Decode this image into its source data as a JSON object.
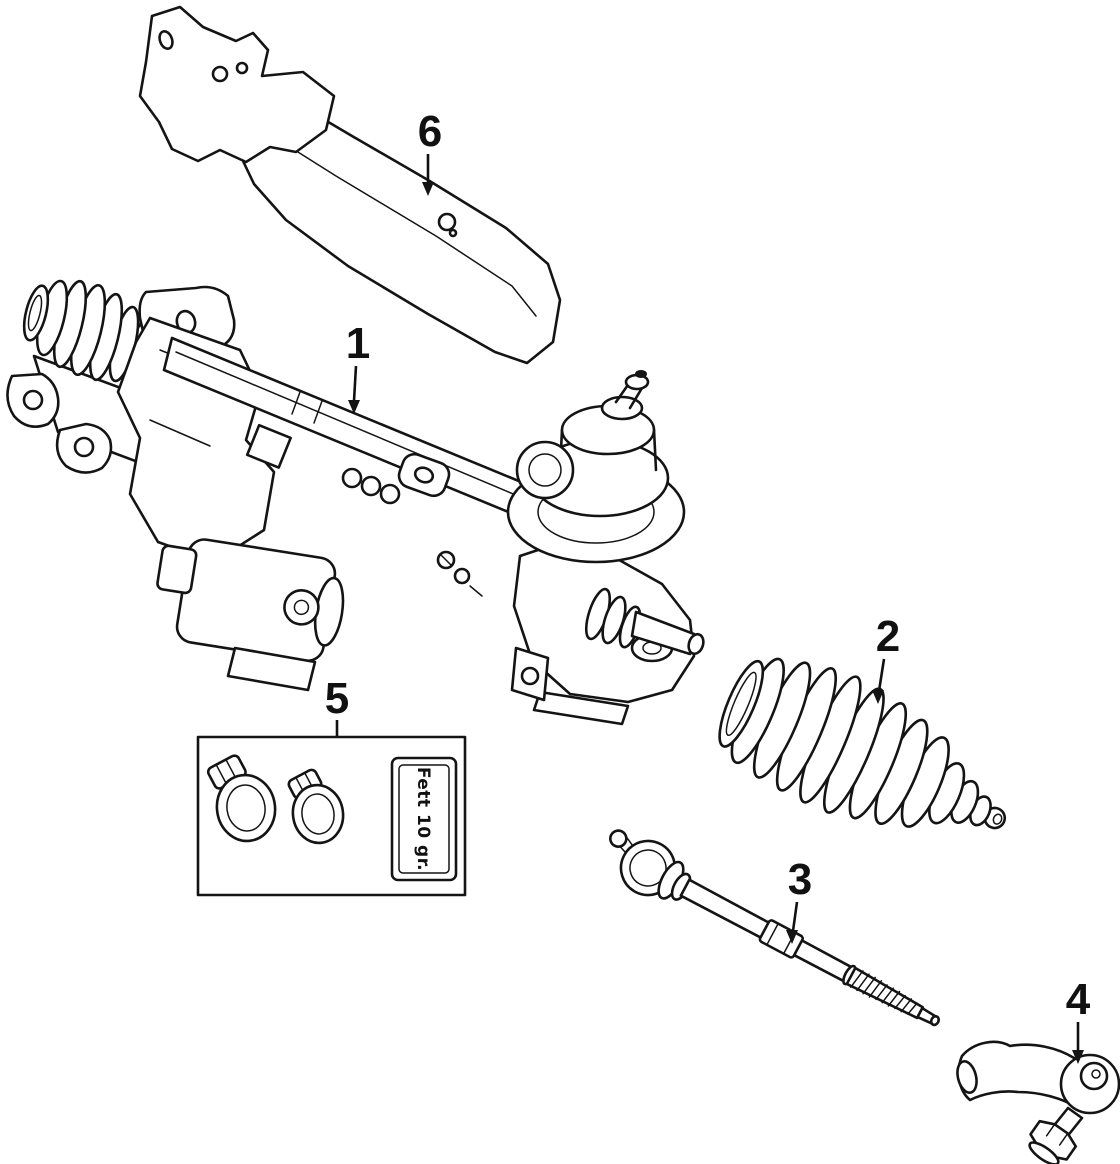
{
  "diagram": {
    "background_color": "#ffffff",
    "line_color": "#141414",
    "grease_packet_label": "Fett 10 gr.",
    "callouts": [
      {
        "number": "1",
        "part": "steering-gear-assembly"
      },
      {
        "number": "2",
        "part": "steering-rack-boot"
      },
      {
        "number": "3",
        "part": "inner-tie-rod"
      },
      {
        "number": "4",
        "part": "outer-tie-rod-end"
      },
      {
        "number": "5",
        "part": "boot-clamp-kit"
      },
      {
        "number": "6",
        "part": "heat-shield"
      }
    ]
  }
}
